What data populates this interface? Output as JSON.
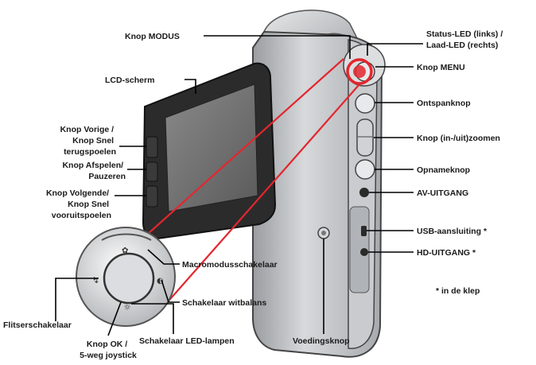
{
  "labels": {
    "mode": "Knop MODUS",
    "lcd": "LCD-scherm",
    "prev": [
      "Knop Vorige /",
      "Knop Snel",
      "terugspoelen"
    ],
    "play": [
      "Knop Afspelen/",
      "Pauzeren"
    ],
    "next": [
      "Knop Volgende/",
      "Knop Snel",
      "vooruitspoelen"
    ],
    "status_led": [
      "Status-LED (links) /",
      "Laad-LED (rechts)"
    ],
    "menu": "Knop MENU",
    "shutter": "Ontspanknop",
    "zoom": "Knop (in-/uit)zoomen",
    "record": "Opnameknop",
    "av_out": "AV-UITGANG",
    "usb": "USB-aansluiting *",
    "hd_out": "HD-UITGANG *",
    "in_flap": "* in de klep",
    "power": "Voedingsknop",
    "macro": "Macromodusschakelaar",
    "wb": "Schakelaar witbalans",
    "flash": "Flitserschakelaar",
    "ok": [
      "Knop OK /",
      "5-weg joystick"
    ],
    "led_lamps": "Schakelaar LED-lampen"
  },
  "colors": {
    "callout": "#e3262f",
    "body": "#b9bcc0",
    "screen": "#6f6f6f",
    "text": "#1a1a1a"
  }
}
